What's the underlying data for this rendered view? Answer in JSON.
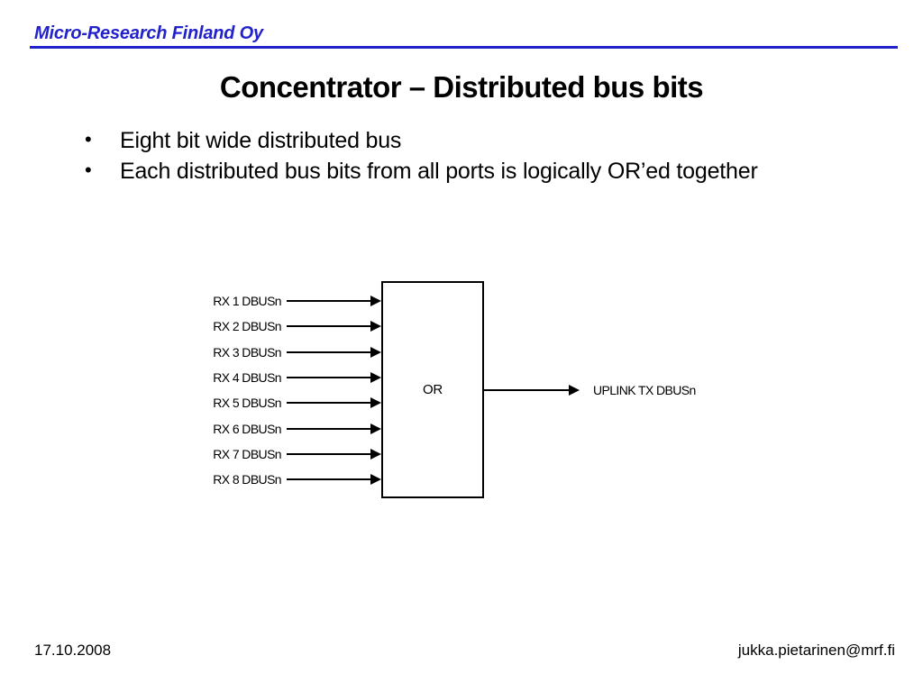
{
  "header": {
    "company": "Micro-Research Finland Oy"
  },
  "slide": {
    "title": "Concentrator – Distributed bus bits",
    "bullet_char": "•",
    "bullets": [
      "Eight bit wide distributed bus",
      "Each distributed bus bits from all ports is logically OR’ed together"
    ]
  },
  "diagram": {
    "gate_label": "OR",
    "inputs": [
      {
        "label": "RX 1 DBUSn"
      },
      {
        "label": "RX 2 DBUSn"
      },
      {
        "label": "RX 3 DBUSn"
      },
      {
        "label": "RX 4 DBUSn"
      },
      {
        "label": "RX 5 DBUSn"
      },
      {
        "label": "RX 6 DBUSn"
      },
      {
        "label": "RX 7 DBUSn"
      },
      {
        "label": "RX 8 DBUSn"
      }
    ],
    "output": {
      "label": "UPLINK TX DBUSn"
    }
  },
  "footer": {
    "date": "17.10.2008",
    "email": "jukka.pietarinen@mrf.fi"
  },
  "colors": {
    "accent_blue": "#2222cc",
    "line_black": "#000000",
    "background": "#ffffff"
  }
}
